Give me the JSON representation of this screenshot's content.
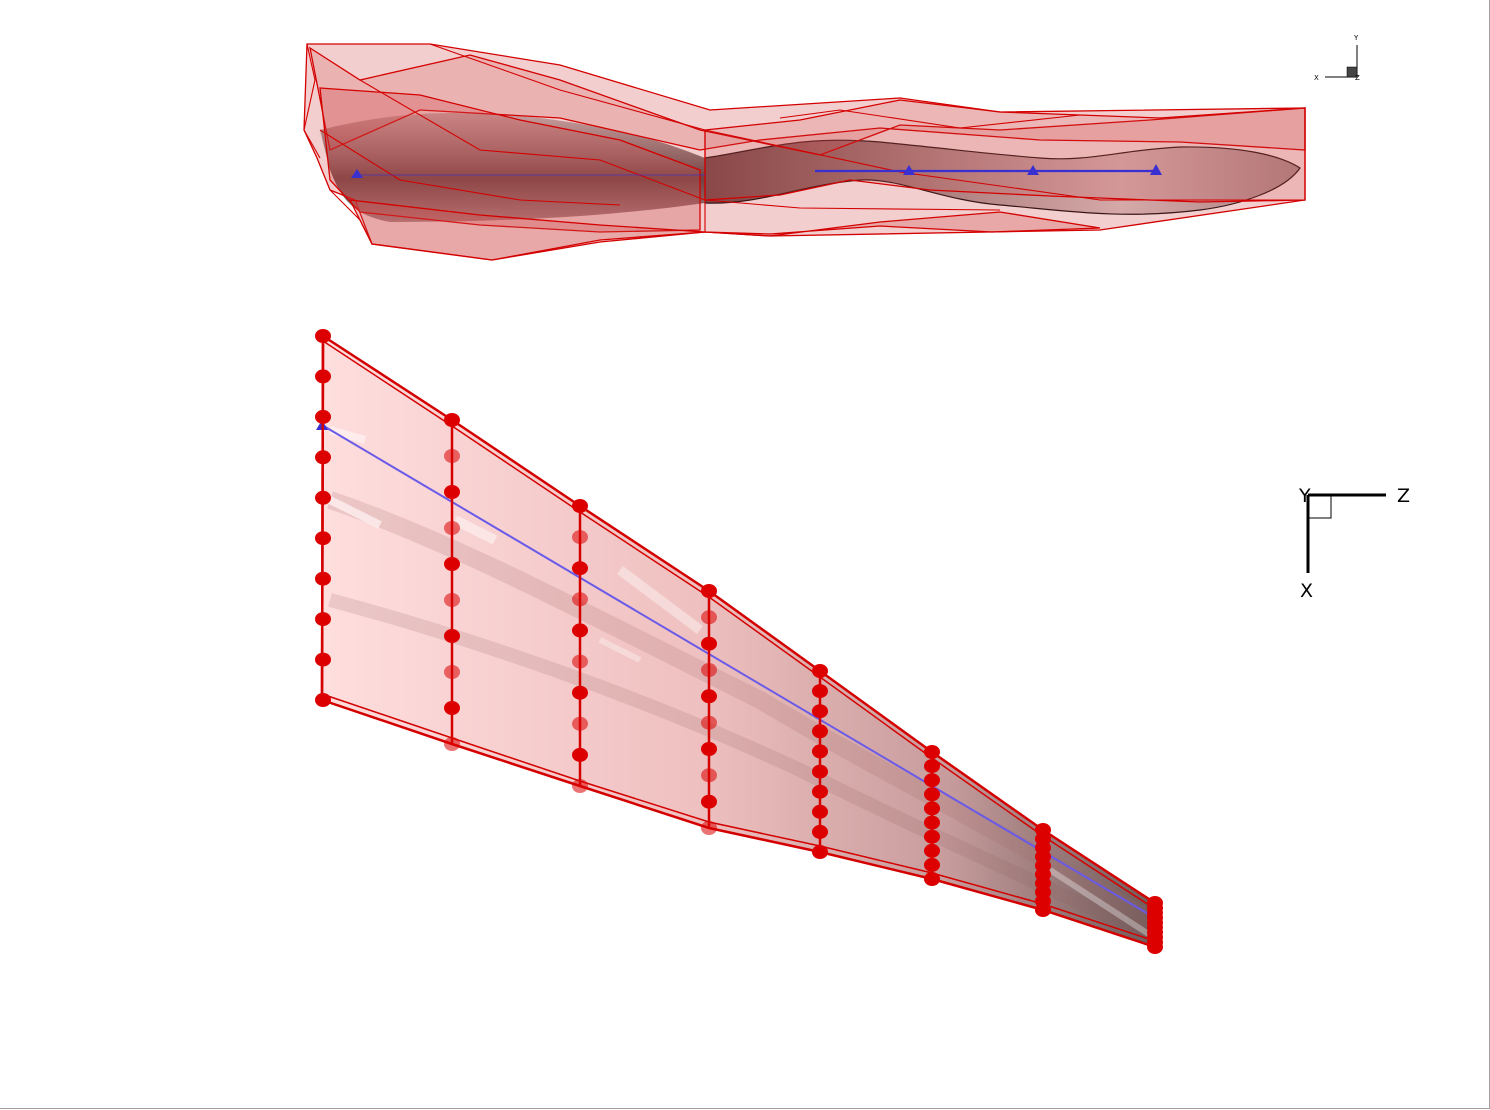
{
  "figure": {
    "side_view_axes": {
      "vertical": "Y",
      "horizontal": "X",
      "out_of_plane": "Z"
    },
    "top_view_axes": {
      "vertical": "X",
      "horizontal": "Z",
      "out_of_plane": "Y"
    }
  },
  "colors": {
    "cage_fill": "#e08080",
    "cage_edge": "#d40000",
    "control_point": "#dd0000",
    "reference_line": "#3a2fd0",
    "surface_dark": "#3a2a2a",
    "surface_light": "#f2e6e6"
  }
}
